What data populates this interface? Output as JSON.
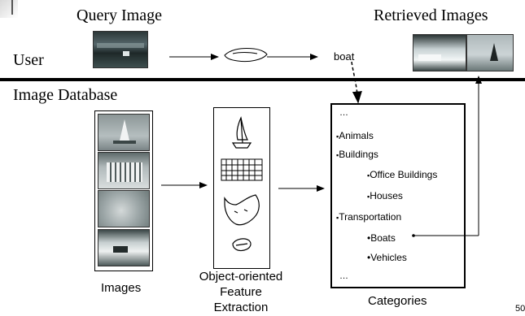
{
  "header": {
    "query_label": "Query Image",
    "retrieved_label": "Retrieved Images",
    "user_label": "User",
    "boat_label": "boat"
  },
  "database": {
    "title": "Image Database",
    "images_caption": "Images",
    "feature_caption_line1": "Object-oriented",
    "feature_caption_line2": "Feature",
    "feature_caption_line3": "Extraction",
    "categories_caption": "Categories"
  },
  "categories": {
    "ellipsis_top": "…",
    "animals": "Animals",
    "buildings": "Buildings",
    "office_buildings": "Office Buildings",
    "houses": "Houses",
    "transportation": "Transportation",
    "boats": "Boats",
    "vehicles": "Vehicles",
    "ellipsis_bottom": "…",
    "bullet_square": "▪",
    "bullet_dot": "•"
  },
  "page_number": "50",
  "colors": {
    "line": "#000000",
    "photo_dark": "#3a4a4a",
    "photo_light": "#9aa6a8"
  }
}
